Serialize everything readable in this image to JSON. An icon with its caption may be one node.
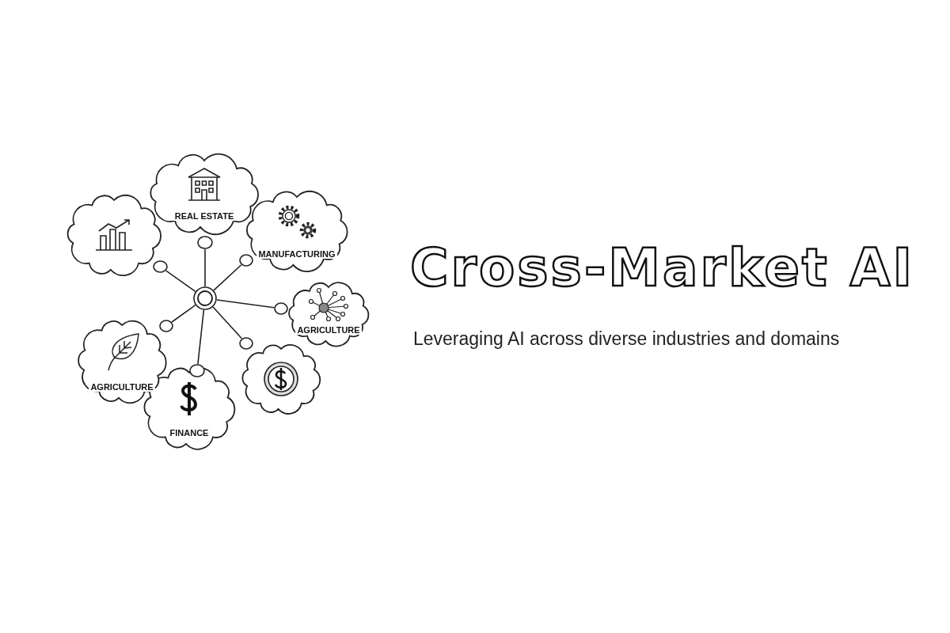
{
  "diagram": {
    "title": "Cross-Market AI",
    "caption": "Leveraging AI across diverse industries and domains",
    "nodes": [
      {
        "text": [],
        "shape": "cloud"
      },
      {
        "text": [
          "REAL ESTATE"
        ]
      },
      {
        "text": [
          "MANUFACTURING"
        ]
      },
      {
        "text": [
          "AGRICULTURE"
        ]
      },
      {
        "text": [],
        "shape": "cloud"
      },
      {
        "text": [
          "FINANCE"
        ]
      },
      {
        "text": [
          "AGRICULTURE"
        ]
      },
      {
        "text": [],
        "shape": "circle"
      },
      {
        "text": [],
        "shape": "circle"
      },
      {
        "text": [],
        "shape": "circle"
      },
      {
        "text": [],
        "shape": "circle"
      },
      {
        "text": [],
        "shape": "circle"
      },
      {
        "text": [],
        "shape": "circle"
      },
      {
        "text": [],
        "shape": "circle"
      },
      {
        "text": [],
        "shape": "circle"
      }
    ],
    "edges": [
      {
        "from": 7,
        "to": 8,
        "arrow": "none"
      },
      {
        "from": 7,
        "to": 9,
        "arrow": "none"
      },
      {
        "from": 7,
        "to": 10,
        "arrow": "none"
      },
      {
        "from": 7,
        "to": 11,
        "arrow": "none"
      },
      {
        "from": 7,
        "to": 12,
        "arrow": "none"
      },
      {
        "from": 7,
        "to": 13,
        "arrow": "none"
      },
      {
        "from": 7,
        "to": 14,
        "arrow": "none"
      }
    ]
  }
}
